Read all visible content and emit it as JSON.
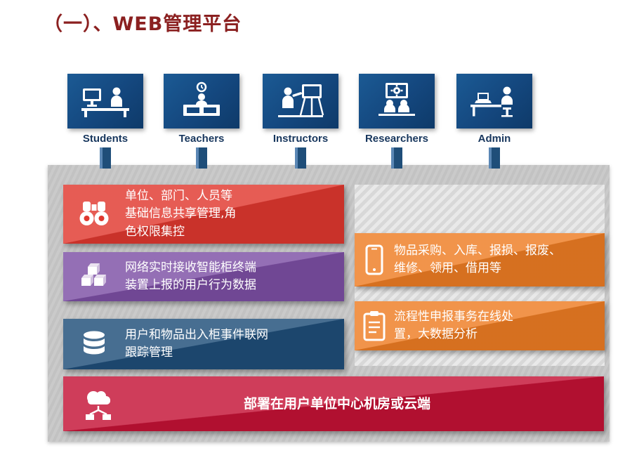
{
  "slide": {
    "title": "（一）、WEB管理平台"
  },
  "roles": [
    {
      "label": "Students",
      "icon": "student-at-computer-icon"
    },
    {
      "label": "Teachers",
      "icon": "teacher-at-desk-icon"
    },
    {
      "label": "Instructors",
      "icon": "instructor-whiteboard-icon"
    },
    {
      "label": "Researchers",
      "icon": "researchers-screen-icon"
    },
    {
      "label": "Admin",
      "icon": "admin-workstation-icon"
    }
  ],
  "panel": {
    "left_boxes": [
      {
        "icon": "binoculars-icon",
        "color": "#E0382F",
        "text": "单位、部门、人员等\n基础信息共享管理,角\n色权限集控"
      },
      {
        "icon": "cubes-icon",
        "color": "#7D4FA5",
        "text": "网络实时接收智能柜终端\n装置上报的用户行为数据"
      },
      {
        "icon": "database-icon",
        "color": "#1F4E79",
        "text": "用户和物品出入柜事件联网\n跟踪管理"
      }
    ],
    "right_boxes": [
      {
        "icon": "smartphone-icon",
        "color": "#EE7D23",
        "text": "物品采购、入库、报损、报废、\n维修、领用、借用等"
      },
      {
        "icon": "clipboard-icon",
        "color": "#EE7D23",
        "text": "流程性申报事务在线处\n置，大数据分析"
      }
    ],
    "bottom_box": {
      "icon": "cloud-network-icon",
      "color": "#C51236",
      "text": "部署在用户单位中心机房或云端"
    }
  },
  "colors": {
    "title": "#8B2020",
    "role_navy": "#14477E",
    "label_navy": "#17365D",
    "red": "#E0382F",
    "purple": "#7D4FA5",
    "dark_blue": "#1F4E79",
    "orange": "#EE7D23",
    "crimson": "#C51236",
    "panel_gray": "#C7C7C7"
  }
}
